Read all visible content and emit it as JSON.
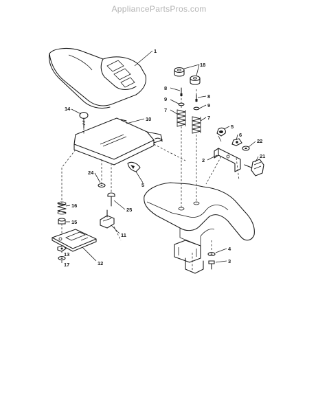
{
  "watermark": "AppliancePartsPros.com",
  "callouts": {
    "c1": "1",
    "c18": "18",
    "c8a": "8",
    "c8b": "8",
    "c9a": "9",
    "c9b": "9",
    "c7a": "7",
    "c7b": "7",
    "c14": "14",
    "c10": "10",
    "c5a": "5",
    "c6": "6",
    "c22": "22",
    "c2": "2",
    "c21": "21",
    "c24": "24",
    "c5b": "5",
    "c16": "16",
    "c25": "25",
    "c15": "15",
    "c11": "11",
    "c4": "4",
    "c3": "3",
    "c13": "13",
    "c17": "17",
    "c12": "12"
  }
}
